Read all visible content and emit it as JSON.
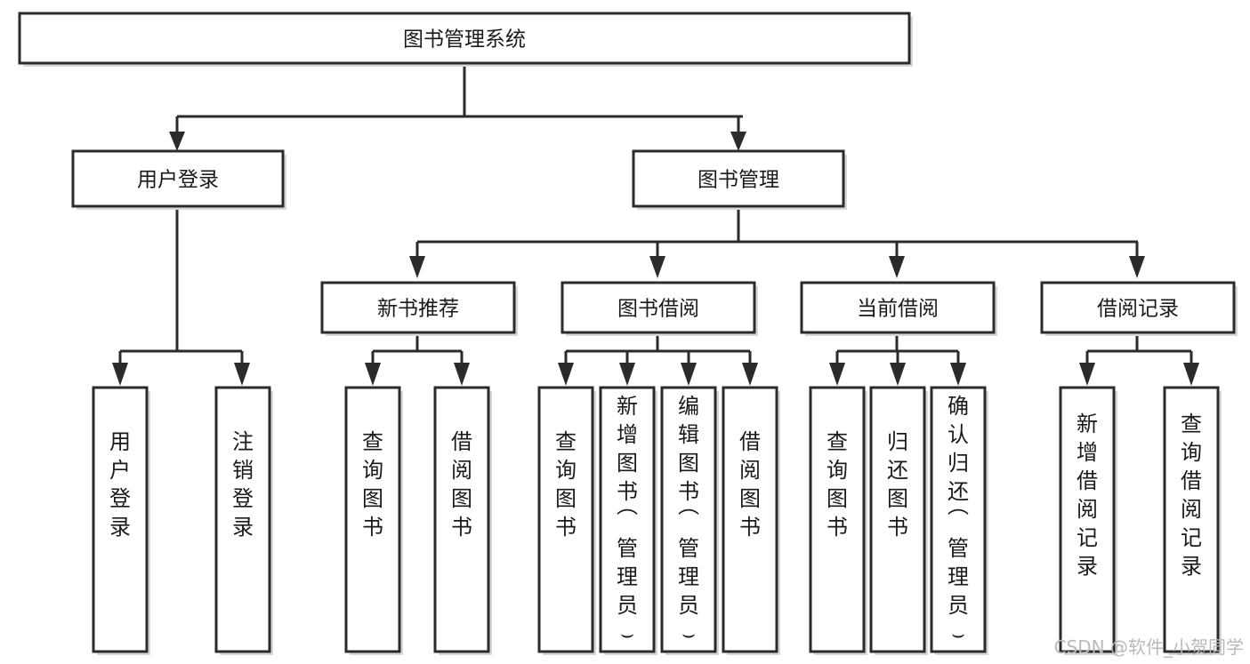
{
  "diagram": {
    "title": "图书管理系统",
    "type": "tree-hierarchy-diagram",
    "colors": {
      "box_stroke": "#2b2b2b",
      "box_fill": "#ffffff",
      "shadow": "#d8d8d8",
      "text": "#1a1a1a",
      "watermark": "#b9b9b9",
      "background": "#ffffff"
    },
    "root": {
      "label": "图书管理系统"
    },
    "level2": [
      {
        "label": "用户登录"
      },
      {
        "label": "图书管理"
      }
    ],
    "level3": [
      {
        "label": "新书推荐"
      },
      {
        "label": "图书借阅"
      },
      {
        "label": "当前借阅"
      },
      {
        "label": "借阅记录"
      }
    ],
    "leaves": {
      "user_login": [
        {
          "label": "用户登录"
        },
        {
          "label": "注销登录"
        }
      ],
      "new_book_recommend": [
        {
          "label": "查询图书"
        },
        {
          "label": "借阅图书"
        }
      ],
      "book_borrow": [
        {
          "label": "查询图书"
        },
        {
          "label": "新增图书（管理员）"
        },
        {
          "label": "编辑图书（管理员）"
        },
        {
          "label": "借阅图书"
        }
      ],
      "current_borrow": [
        {
          "label": "查询图书"
        },
        {
          "label": "归还图书"
        },
        {
          "label": "确认归还（管理员）"
        }
      ],
      "borrow_record": [
        {
          "label": "新增借阅记录"
        },
        {
          "label": "查询借阅记录"
        }
      ]
    },
    "watermark": "CSDN @软件_小贺同学"
  }
}
